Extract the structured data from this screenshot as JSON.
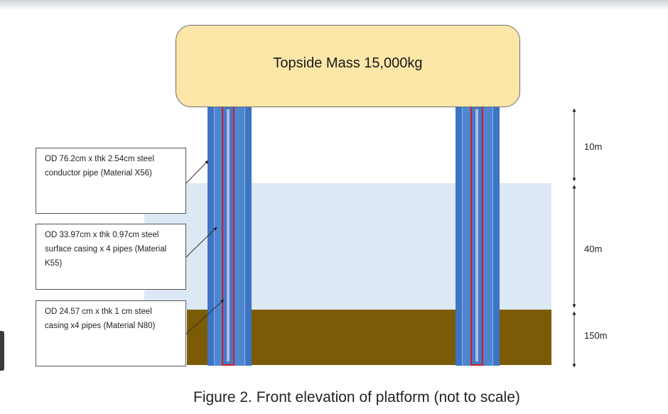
{
  "deck": {
    "label": "Topside Mass 15,000kg"
  },
  "callouts": [
    {
      "text": "OD 76.2cm x thk 2.54cm steel conductor pipe (Material X56)"
    },
    {
      "text": "OD 33.97cm x thk 0.97cm steel surface casing x 4 pipes (Material K55)"
    },
    {
      "text": "OD 24.57 cm x thk 1 cm steel casing x4 pipes (Material N80)"
    }
  ],
  "dimensions": [
    {
      "label": "10m"
    },
    {
      "label": "40m"
    },
    {
      "label": "150m"
    }
  ],
  "caption": "Figure 2. Front elevation of platform (not to scale)",
  "colors": {
    "deck": "#fce7a8",
    "water": "#dde8f5",
    "seabed": "#7b5b06",
    "conductor": "#3e74c4",
    "casing_outline": "#d0201e"
  }
}
